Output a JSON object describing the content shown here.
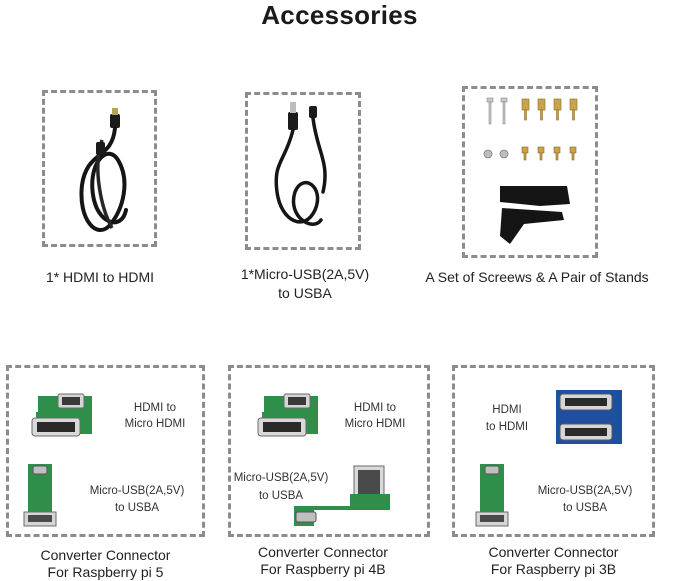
{
  "title": "Accessories",
  "items": [
    {
      "caption": "1* HDMI to HDMI",
      "icon": "hdmi-cable-icon"
    },
    {
      "caption_line1": "1*Micro-USB(2A,5V)",
      "caption_line2": "to USBA",
      "icon": "usb-cable-icon"
    },
    {
      "caption": "A Set of Screews & A Pair of Stands",
      "icon": "screws-stands-icon"
    }
  ],
  "converters": [
    {
      "top_label_1": "HDMI to",
      "top_label_2": "Micro HDMI",
      "bottom_label_1": "Micro-USB(2A,5V)",
      "bottom_label_2": "to USBA",
      "caption_line1": "Converter Connector",
      "caption_line2": "For Raspberry pi 5"
    },
    {
      "top_label_1": "HDMI to",
      "top_label_2": "Micro HDMI",
      "bottom_label_1": "Micro-USB(2A,5V)",
      "bottom_label_2": "to USBA",
      "caption_line1": "Converter Connector",
      "caption_line2": "For Raspberry pi 4B"
    },
    {
      "top_label_1": "HDMI",
      "top_label_2": "to HDMI",
      "bottom_label_1": "Micro-USB(2A,5V)",
      "bottom_label_2": "to USBA",
      "caption_line1": "Converter Connector",
      "caption_line2": "For Raspberry pi 3B"
    }
  ],
  "colors": {
    "border": "#8c8c8c",
    "pcb_green": "#2f8f4a",
    "pcb_blue": "#1f4fa0",
    "text": "#222222"
  }
}
